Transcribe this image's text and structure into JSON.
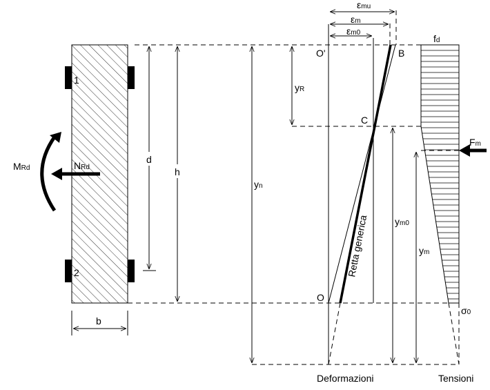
{
  "labels": {
    "eps_mu": {
      "main": "ε",
      "sub": "mu"
    },
    "eps_m": {
      "main": "ε",
      "sub": "m"
    },
    "eps_m0": {
      "main": "ε",
      "sub": "m0"
    },
    "o_prime": "O'",
    "b_point": "B",
    "c_point": "C",
    "o_point": "O",
    "fd": {
      "main": "f",
      "sub": "d"
    },
    "y_r": {
      "main": "y",
      "sub": "R"
    },
    "y_n": {
      "main": "y",
      "sub": "n"
    },
    "y_m0": {
      "main": "y",
      "sub": "m0"
    },
    "y_m": {
      "main": "y",
      "sub": "m"
    },
    "sigma0": {
      "main": "σ",
      "sub": "0"
    },
    "f_m": {
      "main": "F",
      "sub": "m"
    },
    "m_rd": {
      "main": "M",
      "sub": "Rd"
    },
    "n_rd": {
      "main": "N",
      "sub": "Rd"
    },
    "d": "d",
    "h": "h",
    "b": "b",
    "bar1": "1",
    "bar2": "2",
    "retta": "Retta generica",
    "deformazioni": "Deformazioni",
    "tensioni": "Tensioni"
  }
}
